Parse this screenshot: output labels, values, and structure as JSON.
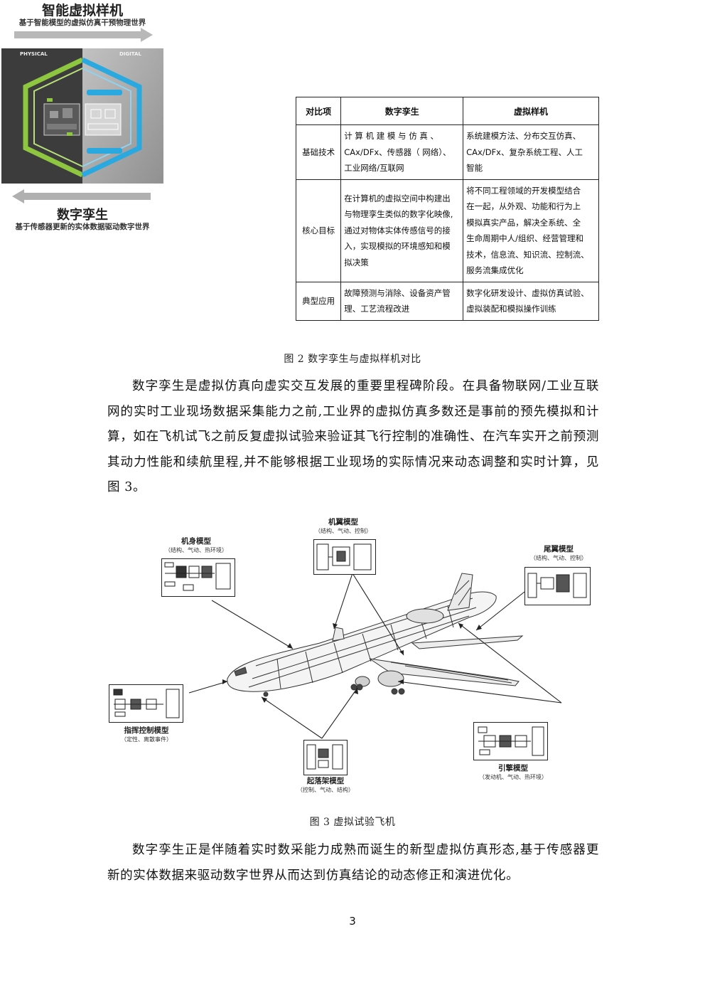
{
  "figure2": {
    "left_graphic": {
      "top_title": "智能虚拟样机",
      "top_subtitle": "基于智能模型的虚拟仿真干预物理世界",
      "physical_label": "PHYSICAL",
      "digital_label": "DIGITAL",
      "bottom_title": "数字孪生",
      "bottom_subtitle": "基于传感器更新的实体数据驱动数字世界",
      "colors": {
        "physical": "#8ec63f",
        "digital": "#29a9e0",
        "panel_dark": "#3a3a3a",
        "panel_mid": "#9a9a9a"
      }
    },
    "table": {
      "headers": [
        "对比项",
        "数字孪生",
        "虚拟样机"
      ],
      "rows": [
        {
          "label": "基础技术",
          "twin": [
            "计 算 机 建 模 与 仿 真 、",
            "CAx/DFx、传感器（ 网络）、",
            "工业网络/互联网"
          ],
          "proto": [
            "系统建模方法、分布交互仿真、",
            "CAx/DFx、复杂系统工程、人工",
            "智能"
          ]
        },
        {
          "label": "核心目标",
          "twin": [
            "在计算机的虚拟空间中构建出",
            "与物理孪生类似的数字化映像,",
            "通过对物体实体传感信号的接",
            "入，实现模拟的环境感知和模",
            "拟决策"
          ],
          "proto": [
            "将不同工程领域的开发模型结合",
            "在一起，从外观、功能和行为上",
            "模拟真实产品，解决全系统、全",
            "生命周期中人/组织、经营管理和",
            "技术，信息流、知识流、控制流、",
            "服务流集成优化"
          ]
        },
        {
          "label": "典型应用",
          "twin": [
            "故障预测与消除、设备资产管",
            "理、工艺流程改进"
          ],
          "proto": [
            "数字化研发设计、虚拟仿真试验、",
            "虚拟装配和模拟操作训练"
          ]
        }
      ]
    },
    "caption": "图 2  数字孪生与虚拟样机对比"
  },
  "paragraph1": "数字孪生是虚拟仿真向虚实交互发展的重要里程碑阶段。在具备物联网/工业互联网的实时工业现场数据采集能力之前,工业界的虚拟仿真多数还是事前的预先模拟和计算，如在飞机试飞之前反复虚拟试验来验证其飞行控制的准确性、在汽车实开之前预测其动力性能和续航里程,并不能够根据工业现场的实际情况来动态调整和实时计算，见图 3。",
  "figure3": {
    "modules": {
      "fuselage": {
        "title": "机身模型",
        "sub": "（结构、气动、热环境）"
      },
      "wing": {
        "title": "机翼模型",
        "sub": "（结构、气动、控制）"
      },
      "tail": {
        "title": "尾翼模型",
        "sub": "（结构、气动、控制）"
      },
      "flight_control": {
        "title": "指挥控制模型",
        "sub": "（定性、离散事件）"
      },
      "landing_gear": {
        "title": "起落架模型",
        "sub": "（控制、气动、结构）"
      },
      "engine": {
        "title": "引擎模型",
        "sub": "（发动机、气动、热环境）"
      }
    },
    "caption": "图 3  虚拟试验飞机"
  },
  "paragraph2": "数字孪生正是伴随着实时数采能力成熟而诞生的新型虚拟仿真形态,基于传感器更新的实体数据来驱动数字世界从而达到仿真结论的动态修正和演进优化。",
  "page_number": "3"
}
